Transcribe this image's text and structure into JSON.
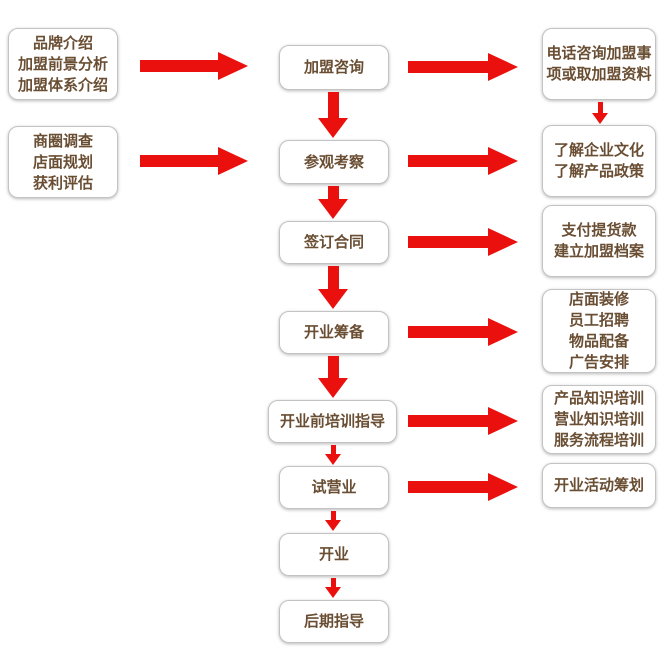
{
  "title": "franchise-process-flowchart",
  "colors": {
    "arrow_red": "#ea100e",
    "text_brown": "#6a4e33",
    "box_background": "#ffffff",
    "box_border": "#c3c3c3",
    "page_background": "#ffffff"
  },
  "left_column": [
    {
      "lines": [
        "品牌介绍",
        "加盟前景分析",
        "加盟体系介绍"
      ]
    },
    {
      "lines": [
        "商圈调查",
        "店面规划",
        "获利评估"
      ]
    }
  ],
  "main_flow": [
    {
      "label": "加盟咨询"
    },
    {
      "label": "参观考察"
    },
    {
      "label": "签订合同"
    },
    {
      "label": "开业筹备"
    },
    {
      "label": "开业前培训指导"
    },
    {
      "label": "试营业"
    },
    {
      "label": "开业"
    },
    {
      "label": "后期指导"
    }
  ],
  "right_column": [
    {
      "lines": [
        "电话咨询加盟事",
        "项或取加盟资料"
      ]
    },
    {
      "lines": [
        "了解企业文化",
        "了解产品政策"
      ]
    },
    {
      "lines": [
        "支付提货款",
        "建立加盟档案"
      ]
    },
    {
      "lines": [
        "店面装修",
        "员工招聘",
        "物品配备",
        "广告安排"
      ]
    },
    {
      "lines": [
        "产品知识培训",
        "营业知识培训",
        "服务流程培训"
      ]
    },
    {
      "lines": [
        "开业活动筹划"
      ]
    }
  ]
}
